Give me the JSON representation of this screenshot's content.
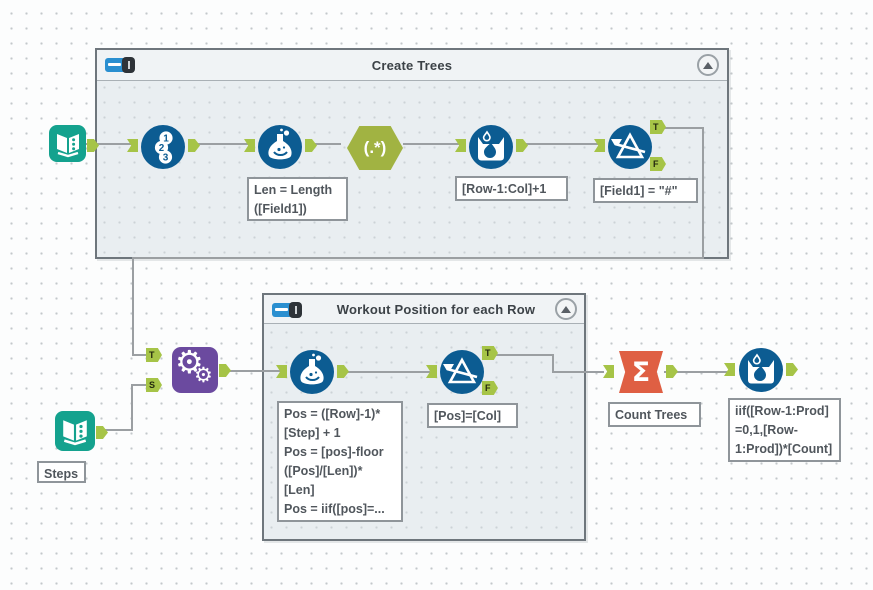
{
  "containers": {
    "create_trees": {
      "title": "Create Trees"
    },
    "workout": {
      "title": "Workout Position for each Row"
    }
  },
  "annotations": {
    "formula1": "Len = Length\n([Field1])",
    "multirow1": "[Row-1:Col]+1",
    "filter1": "[Field1] = \"#\"",
    "formula2": "Pos = ([Row]-1)*\n[Step] + 1\nPos = [pos]-floor\n([Pos]/[Len])*\n[Len]\nPos = iif([pos]=...",
    "filter2": "[Pos]=[Col]",
    "summarize": "Count Trees",
    "multirow2": "iif([Row-1:Prod]\n=0,1,[Row-\n1:Prod])*[Count]",
    "steps": "Steps"
  },
  "anchors": {
    "t": "T",
    "f": "F",
    "s": "S"
  },
  "glyphs": {
    "regex": "(.*)",
    "sigma": "Σ"
  },
  "record_numbers": [
    "1",
    "2",
    "3"
  ],
  "colors": {
    "tool_blue": "#0c5c92",
    "tool_teal": "#14a28e",
    "tool_olive": "#a1b342",
    "tool_purple": "#6b4a9f",
    "tool_orange": "#df5f43",
    "anchor_green": "#a6c447",
    "wire_gray": "#9b9fa2",
    "container_fill": "#e9eef1"
  }
}
